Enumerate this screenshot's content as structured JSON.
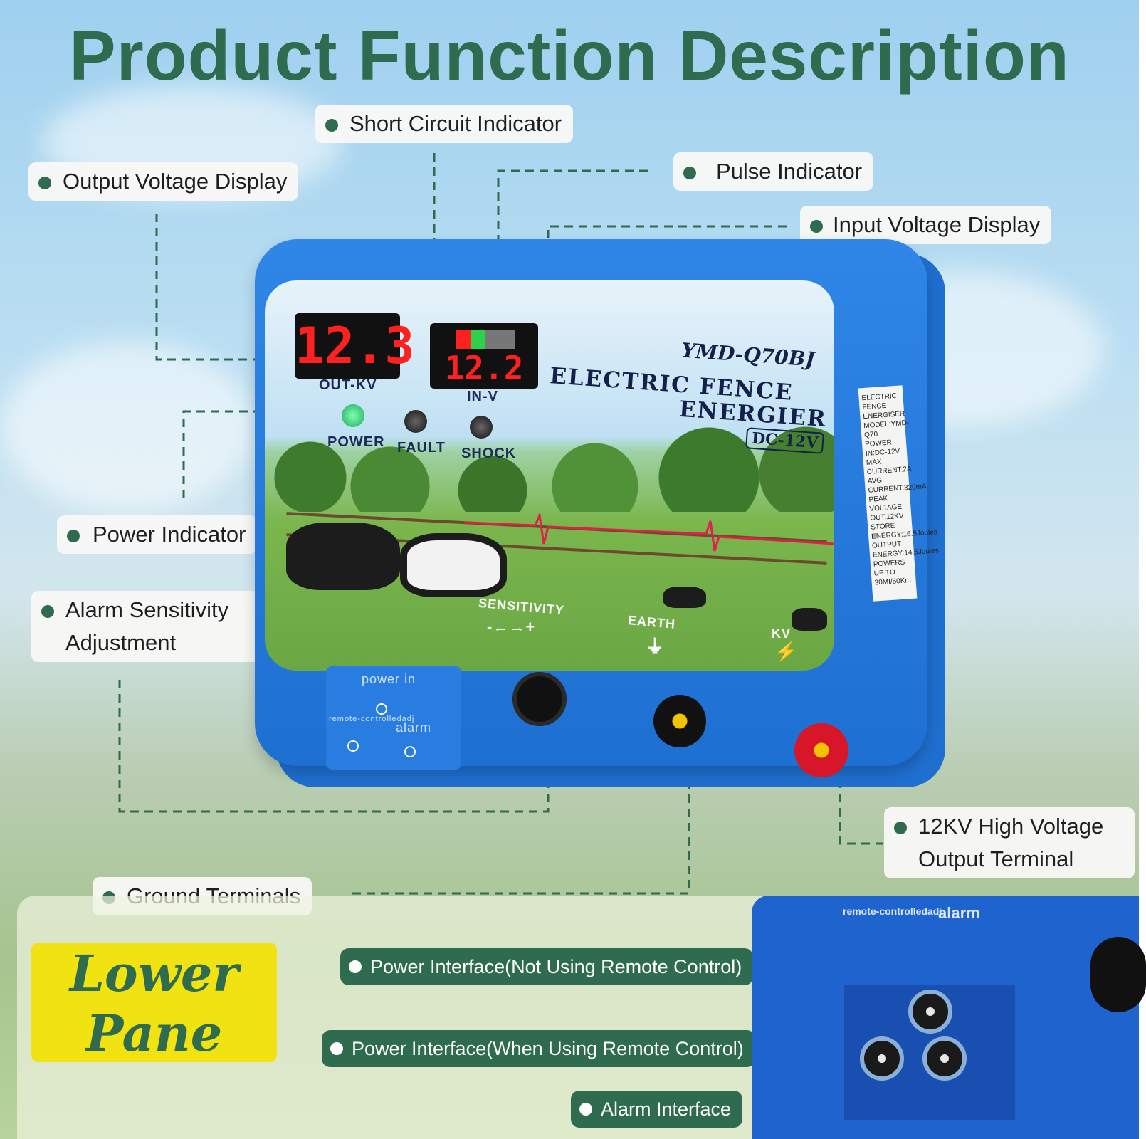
{
  "title": "Product Function Description",
  "callouts": {
    "short_circuit": "Short Circuit Indicator",
    "output_voltage": "Output Voltage Display",
    "pulse": "Pulse Indicator",
    "input_voltage": "Input Voltage Display",
    "power_indicator": "Power Indicator",
    "alarm_sensitivity_line1": "Alarm Sensitivity",
    "alarm_sensitivity_line2": "Adjustment",
    "high_voltage_line1": "12KV High Voltage",
    "high_voltage_line2": "Output Terminal",
    "ground": "Ground Terminals"
  },
  "device": {
    "out_display": "12.3",
    "in_display": "12.2",
    "out_label": "OUT-KV",
    "in_label": "IN-V",
    "power_label": "POWER",
    "fault_label": "FAULT",
    "shock_label": "SHOCK",
    "model": "YMD-Q70BJ",
    "name_line1": "ELECTRIC FENCE",
    "name_line2": "ENERGIER",
    "dc": "DC-12V",
    "sensitivity": "SENSITIVITY",
    "sensitivity_arrow": "-←→+",
    "earth": "EARTH",
    "kv": "KV",
    "power_in": "power in",
    "remote": "remote-controlledadj",
    "alarm": "alarm",
    "sticker_lines": [
      "ELECTRIC FENCE",
      "ENERGISER",
      "MODEL:YMD-Q70",
      "POWER IN:DC-12V",
      "MAX CURRENT:2A",
      "AVG CURRENT:320mA",
      "PEAK VOLTAGE OUT:12KV",
      "STORE ENERGY:16.5Joules",
      "OUTPUT ENERGY:14.5Joules",
      "POWERS UP TO 30MI/50Km"
    ]
  },
  "lower": {
    "box_line1": "Lower",
    "box_line2": "Pane",
    "pill1": "Power Interface(Not Using Remote Control)",
    "pill2": "Power Interface(When Using Remote Control)",
    "pill3": "Alarm Interface",
    "inset_remote": "remote-controlledadj",
    "inset_alarm": "alarm"
  },
  "colors": {
    "accent_green": "#2f6b4e",
    "device_blue": "#1e6fd2",
    "lower_yellow": "#f1e312"
  }
}
